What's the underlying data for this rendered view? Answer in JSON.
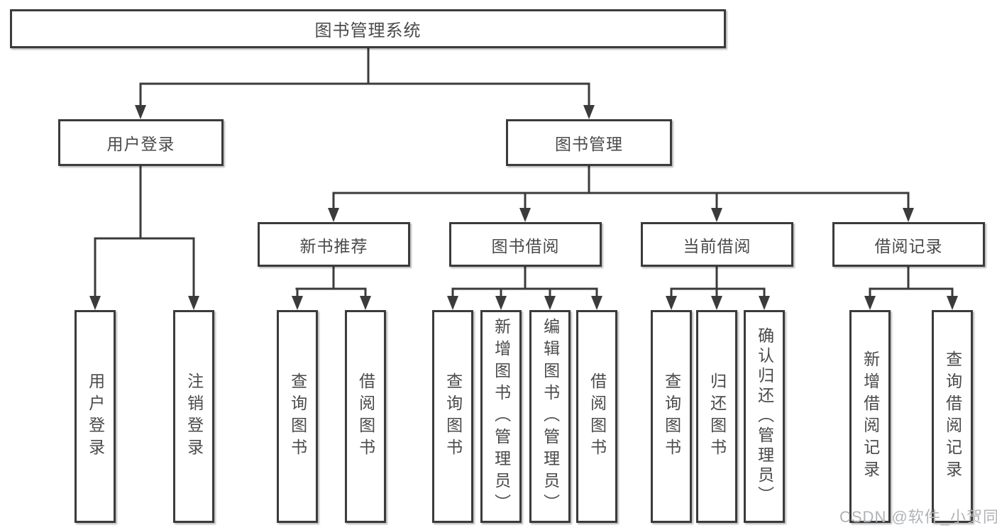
{
  "tree": {
    "root": {
      "label": "图书管理系统"
    },
    "children": [
      {
        "label": "用户登录",
        "children": [
          {
            "label": "用户登录"
          },
          {
            "label": "注销登录"
          }
        ]
      },
      {
        "label": "图书管理",
        "children": [
          {
            "label": "新书推荐",
            "children": [
              {
                "label": "查询图书"
              },
              {
                "label": "借阅图书"
              }
            ]
          },
          {
            "label": "图书借阅",
            "children": [
              {
                "label": "查询图书"
              },
              {
                "label": "新增图书（管理员）"
              },
              {
                "label": "编辑图书（管理员）"
              },
              {
                "label": "借阅图书"
              }
            ]
          },
          {
            "label": "当前借阅",
            "children": [
              {
                "label": "查询图书"
              },
              {
                "label": "归还图书"
              },
              {
                "label": "确认归还（管理员）"
              }
            ]
          },
          {
            "label": "借阅记录",
            "children": [
              {
                "label": "新增借阅记录"
              },
              {
                "label": "查询借阅记录"
              }
            ]
          }
        ]
      }
    ]
  },
  "watermark": {
    "text": "CSDN @软件_小贺同学"
  },
  "colors": {
    "line": "#3b3b3b",
    "text": "#4a4a4a",
    "watermark": "#b0b3b6",
    "background": "#ffffff"
  }
}
